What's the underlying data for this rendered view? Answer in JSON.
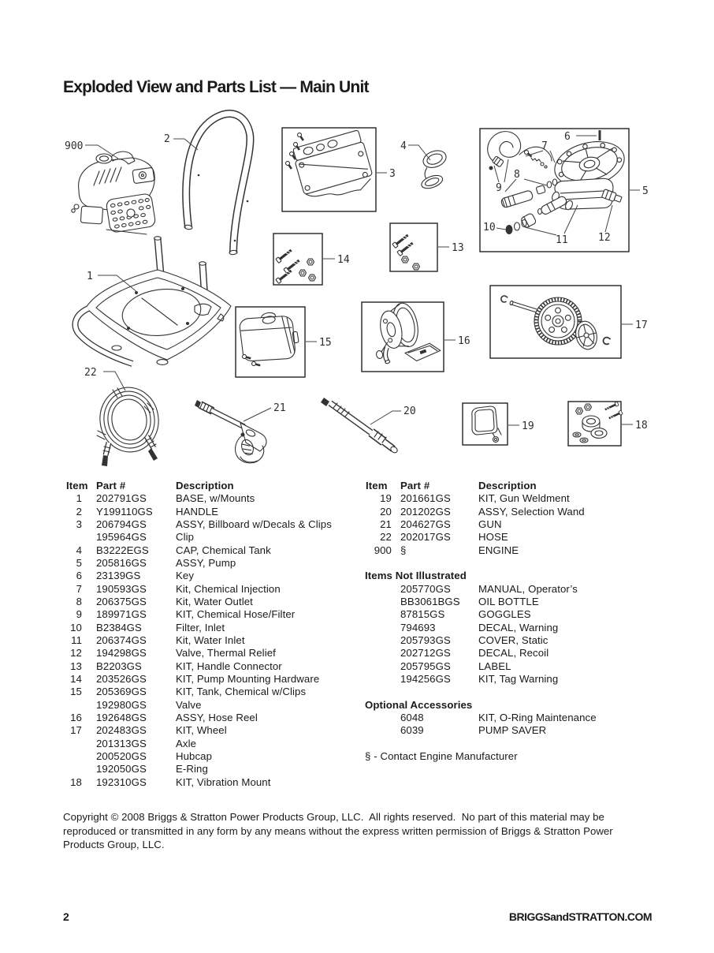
{
  "page": {
    "title": "Exploded View and Parts List — Main Unit",
    "page_number": "2",
    "site": "BRIGGSandSTRATTON.COM",
    "copyright_lines": [
      "Copyright © 2008 Briggs & Stratton Power Products Group, LLC.  All rights reserved.  No part of this material may be",
      "reproduced or transmitted in any form by any means without the express written permission of Briggs & Stratton Power",
      "Products Group, LLC."
    ]
  },
  "diagram": {
    "callouts": {
      "c900": "900",
      "c1": "1",
      "c2": "2",
      "c3": "3",
      "c4": "4",
      "c5": "5",
      "c6": "6",
      "c7": "7",
      "c8": "8",
      "c9": "9",
      "c10": "10",
      "c11": "11",
      "c12": "12",
      "c13": "13",
      "c14": "14",
      "c15": "15",
      "c16": "16",
      "c17": "17",
      "c18": "18",
      "c19": "19",
      "c20": "20",
      "c21": "21",
      "c22": "22"
    }
  },
  "table": {
    "headers": {
      "item": "Item",
      "part": "Part #",
      "description": "Description"
    },
    "left_rows": [
      {
        "item": "1",
        "part": "202791GS",
        "desc": "BASE, w/Mounts"
      },
      {
        "item": "2",
        "part": "Y199110GS",
        "desc": "HANDLE"
      },
      {
        "item": "3",
        "part": "206794GS",
        "desc": "ASSY, Billboard w/Decals & Clips"
      },
      {
        "item": "",
        "part": "195964GS",
        "desc": "Clip"
      },
      {
        "item": "4",
        "part": "B3222EGS",
        "desc": "CAP, Chemical Tank"
      },
      {
        "item": "5",
        "part": "205816GS",
        "desc": "ASSY, Pump"
      },
      {
        "item": "6",
        "part": "23139GS",
        "desc": "Key"
      },
      {
        "item": "7",
        "part": "190593GS",
        "desc": "Kit, Chemical Injection"
      },
      {
        "item": "8",
        "part": "206375GS",
        "desc": "Kit, Water Outlet"
      },
      {
        "item": "9",
        "part": "189971GS",
        "desc": "KIT, Chemical Hose/Filter"
      },
      {
        "item": "10",
        "part": "B2384GS",
        "desc": "Filter, Inlet"
      },
      {
        "item": "11",
        "part": "206374GS",
        "desc": "Kit, Water Inlet"
      },
      {
        "item": "12",
        "part": "194298GS",
        "desc": "Valve, Thermal Relief"
      },
      {
        "item": "13",
        "part": "B2203GS",
        "desc": "KIT, Handle Connector"
      },
      {
        "item": "14",
        "part": "203526GS",
        "desc": "KIT, Pump Mounting Hardware"
      },
      {
        "item": "15",
        "part": "205369GS",
        "desc": "KIT, Tank, Chemical w/Clips"
      },
      {
        "item": "",
        "part": "192980GS",
        "desc": "Valve"
      },
      {
        "item": "16",
        "part": "192648GS",
        "desc": "ASSY, Hose Reel"
      },
      {
        "item": "17",
        "part": "202483GS",
        "desc": "KIT, Wheel"
      },
      {
        "item": "",
        "part": "201313GS",
        "desc": "Axle"
      },
      {
        "item": "",
        "part": "200520GS",
        "desc": "Hubcap"
      },
      {
        "item": "",
        "part": "192050GS",
        "desc": "E-Ring"
      },
      {
        "item": "18",
        "part": "192310GS",
        "desc": "KIT, Vibration Mount"
      }
    ],
    "right_rows": [
      {
        "item": "19",
        "part": "201661GS",
        "desc": "KIT, Gun Weldment"
      },
      {
        "item": "20",
        "part": "201202GS",
        "desc": "ASSY, Selection Wand"
      },
      {
        "item": "21",
        "part": "204627GS",
        "desc": "GUN"
      },
      {
        "item": "22",
        "part": "202017GS",
        "desc": "HOSE"
      },
      {
        "item": "900",
        "part": "§",
        "desc": "ENGINE"
      },
      {},
      {
        "header": "Items Not Illustrated"
      },
      {
        "part": "205770GS",
        "desc": "MANUAL, Operator’s"
      },
      {
        "part": "BB3061BGS",
        "desc": "OIL BOTTLE"
      },
      {
        "part": "87815GS",
        "desc": "GOGGLES"
      },
      {
        "part": "794693",
        "desc": "DECAL, Warning"
      },
      {
        "part": "205793GS",
        "desc": "COVER, Static"
      },
      {
        "part": "202712GS",
        "desc": "DECAL, Recoil"
      },
      {
        "part": "205795GS",
        "desc": "LABEL"
      },
      {
        "part": "194256GS",
        "desc": "KIT, Tag Warning"
      },
      {},
      {
        "header": "Optional Accessories"
      },
      {
        "part": "6048",
        "desc": "KIT, O-Ring Maintenance"
      },
      {
        "part": "6039",
        "desc": "PUMP SAVER"
      },
      {},
      {
        "note": "§ - Contact Engine Manufacturer"
      }
    ]
  }
}
